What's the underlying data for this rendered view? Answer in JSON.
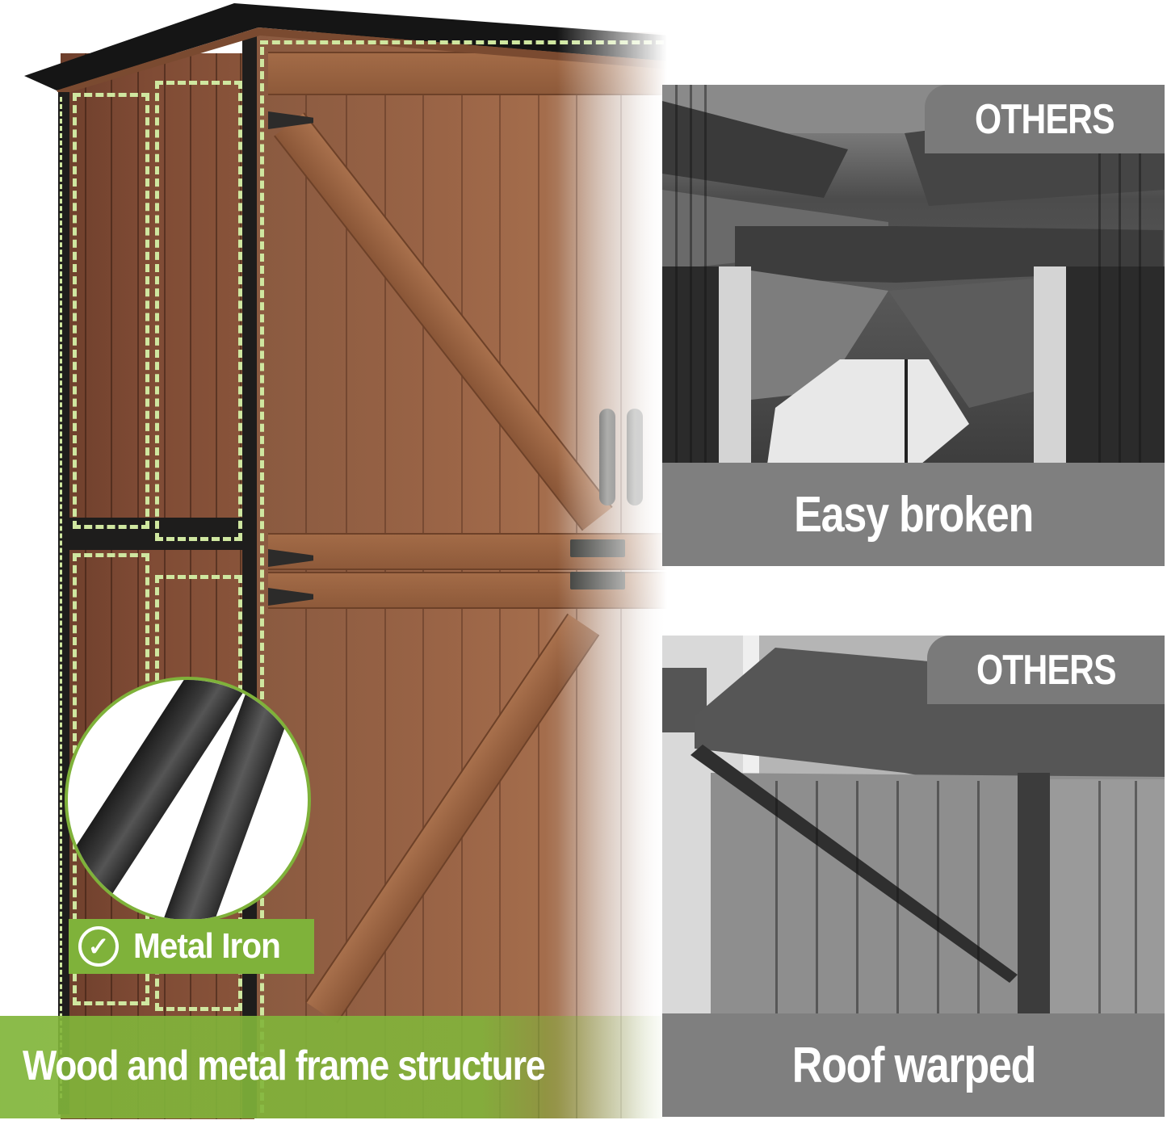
{
  "product": {
    "callout_label": "Metal Iron",
    "callout_icon": "check-circle-icon",
    "banner_text": "Wood and metal frame structure"
  },
  "comparisons": [
    {
      "badge": "OTHERS",
      "caption": "Easy broken"
    },
    {
      "badge": "OTHERS",
      "caption": "Roof warped"
    }
  ],
  "colors": {
    "accent_green": "#7fb23a",
    "dashed_outline": "#cfe7a0",
    "others_gray": "#7a7a7a",
    "caption_gray": "#7f7f7f",
    "wood_brown": "#9a6446",
    "frame_black": "#1e1d1c"
  }
}
